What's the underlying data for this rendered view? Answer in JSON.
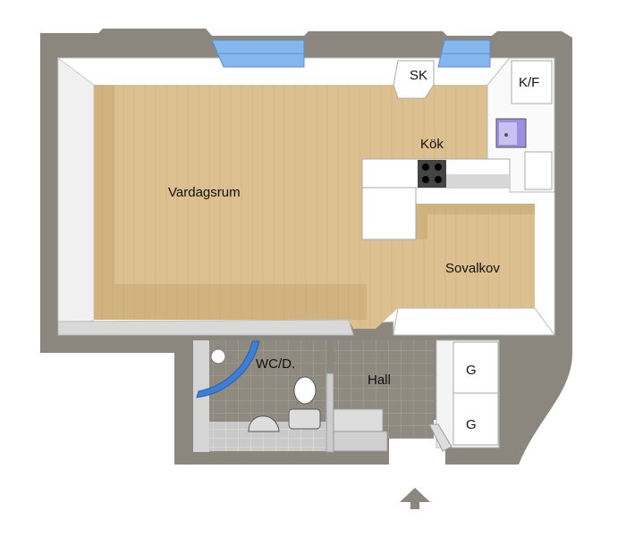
{
  "plan": {
    "rooms": {
      "living": "Vardagsrum",
      "kitchen": "Kök",
      "fridge": "K/F",
      "closet_sk": "SK",
      "alcove": "Sovalkov",
      "bathroom": "WC/D.",
      "hall": "Hall",
      "wardrobe_1": "G",
      "wardrobe_2": "G"
    },
    "colors": {
      "wall": "#8b877f",
      "wall_top": "#ffffff",
      "wood": "#dcc08f",
      "wood_shadow": "#c8a873",
      "tile": "#8f8a80",
      "window": "#86b6ee",
      "arrow": "#8b877f"
    },
    "icons": [
      "entrance-arrow-icon",
      "stove-icon",
      "sink-icon",
      "toilet-icon",
      "washbasin-icon",
      "shower-screen-icon"
    ]
  }
}
